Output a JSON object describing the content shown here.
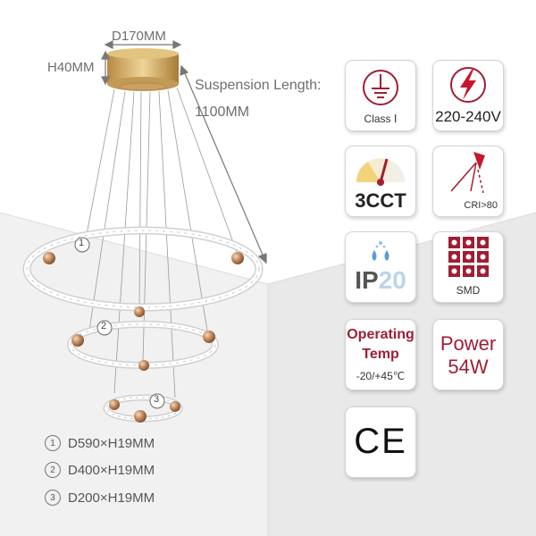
{
  "dimensions": {
    "canopy_diameter": "D170MM",
    "canopy_height": "H40MM",
    "suspension_line1": "Suspension Length:",
    "suspension_line2": "1100MM"
  },
  "ring_specs": [
    {
      "marker": "1",
      "text": "D590×H19MM"
    },
    {
      "marker": "2",
      "text": "D400×H19MM"
    },
    {
      "marker": "3",
      "text": "D200×H19MM"
    }
  ],
  "features": {
    "class": {
      "icon": "class-one-ground-icon",
      "label": "Class Ⅰ"
    },
    "voltage": {
      "icon": "lightning-icon",
      "label": "220-240V"
    },
    "cct": {
      "icon": "color-temperature-dial-icon",
      "label": "3CCT"
    },
    "cri": {
      "icon": "cri-lamp-icon",
      "label": "CRI>80"
    },
    "ip": {
      "icon": "water-drops-icon",
      "label_ip": "IP",
      "label_num": "20"
    },
    "smd": {
      "icon": "smd-led-grid-icon",
      "label": "SMD"
    },
    "operating": {
      "line1": "Operating",
      "line2": "Temp",
      "range": "-20/+45℃"
    },
    "power": {
      "line1": "Power",
      "line2": "54W"
    },
    "ce": {
      "icon": "ce-mark-icon",
      "label": "CE"
    }
  },
  "colors": {
    "accent": "#a01e35",
    "wall_shadow": "#e7e7e7",
    "gold": "#c69a6d"
  }
}
